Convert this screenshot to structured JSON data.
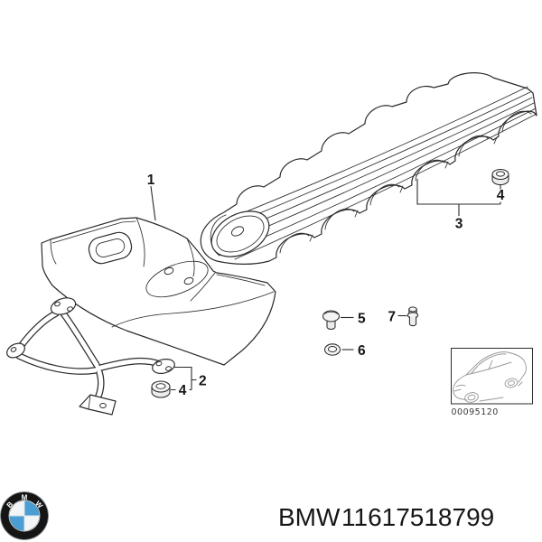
{
  "colors": {
    "bmw_blue": "#4a9ed3",
    "diagram_line": "#2b2b2b",
    "thumb_line": "#9a9a9a",
    "text": "#161616"
  },
  "diagram": {
    "callouts": {
      "part1": "1",
      "part2": "2",
      "part3": "3",
      "part4_upper": "4",
      "part4_lower": "4",
      "part5": "5",
      "part6": "6",
      "part7": "7"
    },
    "thumbnail_code": "00095120"
  },
  "footer": {
    "brand": "BMW",
    "part_number": "11617518799",
    "logo_letters": {
      "l1": "B",
      "l2": "M",
      "l3": "W"
    }
  }
}
